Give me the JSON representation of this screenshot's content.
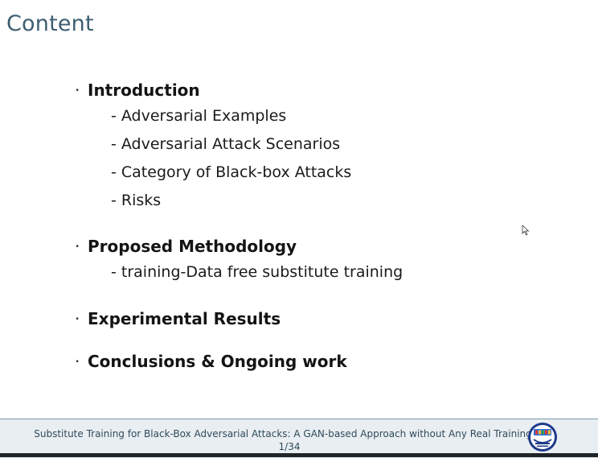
{
  "slide": {
    "title": "Content",
    "sections": [
      {
        "label": "Introduction",
        "items": [
          "- Adversarial Examples",
          "- Adversarial Attack Scenarios",
          "- Category of Black-box Attacks",
          "- Risks"
        ]
      },
      {
        "label": "Proposed Methodology",
        "items": [
          "- training-Data free substitute training"
        ]
      },
      {
        "label": "Experimental Results",
        "items": []
      },
      {
        "label": "Conclusions & Ongoing work",
        "items": []
      }
    ],
    "bullet": "·"
  },
  "footer": {
    "text": "Substitute Training for Black-Box Adversarial Attacks: A GAN-based Approach without Any Real Training",
    "page": "1/34",
    "logo_icon": "apsipa-dlp-logo"
  },
  "colors": {
    "title": "#3d5e72",
    "footer_bg": "#e9eef2",
    "footer_text": "#2f4a5a"
  }
}
